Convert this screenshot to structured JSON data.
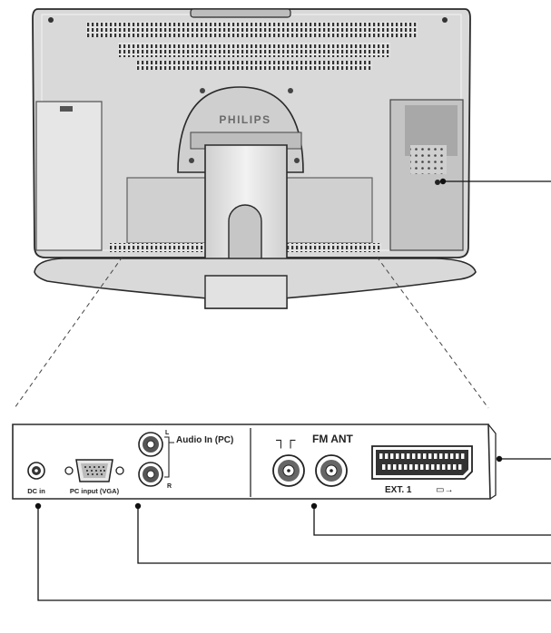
{
  "brand": {
    "logo_text": "PHILIPS"
  },
  "connector_panel": {
    "audio_in_label": "Audio In (PC)",
    "left_channel": "L",
    "right_channel": "R",
    "dc_in_label": "DC in",
    "pc_input_label": "PC input (VGA)",
    "antenna_symbol": "┐┌",
    "fm_ant_label": "FM ANT",
    "ext1_label": "EXT. 1",
    "ext1_symbol": "▭→"
  }
}
